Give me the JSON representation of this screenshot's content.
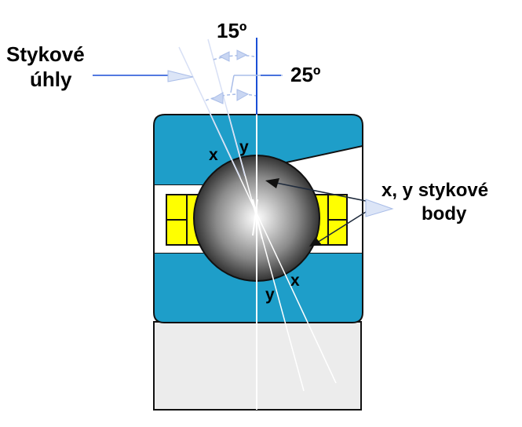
{
  "labels": {
    "contact_angles_line1": "Stykové",
    "contact_angles_line2": "úhly",
    "angle_15": "15º",
    "angle_25": "25º",
    "contact_points_line1": "x, y stykové",
    "contact_points_line2": "body",
    "x_top": "x",
    "y_top": "y",
    "x_bottom": "x",
    "y_bottom": "y"
  },
  "colors": {
    "ring_blue": "#1e9ec9",
    "cage_yellow": "#ffff00",
    "axis_blue": "#1a4fd6",
    "housing_gray": "#ececec",
    "outline": "#111111"
  }
}
